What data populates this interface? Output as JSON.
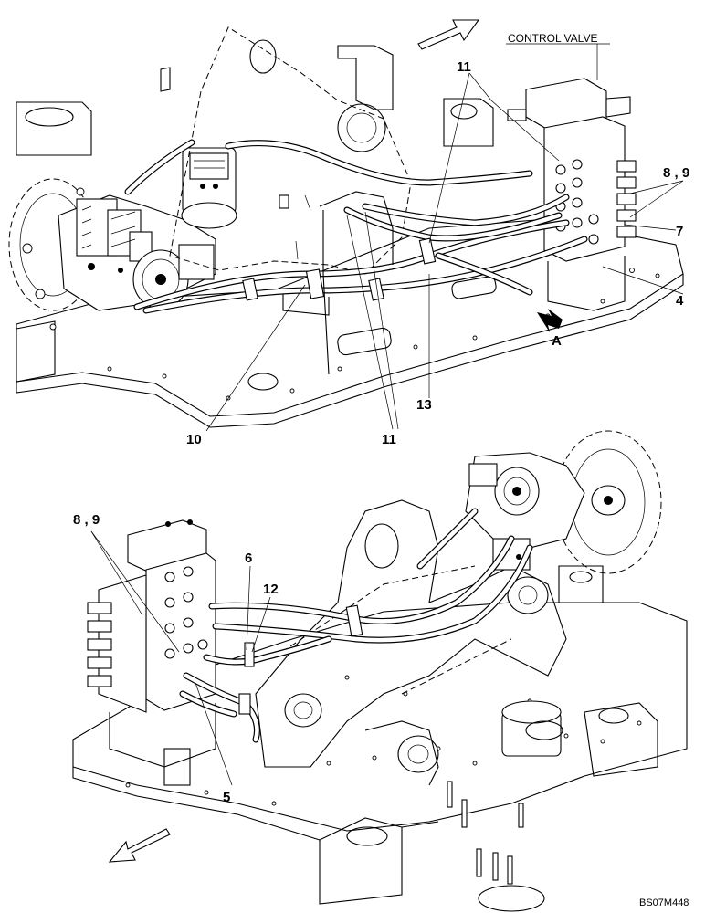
{
  "figure": {
    "control_valve_label": "CONTROL VALVE",
    "drawing_code": "BS07M448",
    "callouts_top": [
      {
        "id": "t-11a",
        "text": "11"
      },
      {
        "id": "t-89",
        "text": "8 , 9"
      },
      {
        "id": "t-7",
        "text": "7"
      },
      {
        "id": "t-4",
        "text": "4"
      },
      {
        "id": "t-a",
        "text": "A"
      },
      {
        "id": "t-13",
        "text": "13"
      },
      {
        "id": "t-11b",
        "text": "11"
      },
      {
        "id": "t-10",
        "text": "10"
      }
    ],
    "callouts_bottom": [
      {
        "id": "b-89",
        "text": "8 , 9"
      },
      {
        "id": "b-6",
        "text": "6"
      },
      {
        "id": "b-12",
        "text": "12"
      },
      {
        "id": "b-5",
        "text": "5"
      }
    ],
    "icons": [
      "direction-arrow-icon",
      "view-arrow-icon",
      "hose-clamp-icon",
      "bolt-icon"
    ]
  }
}
